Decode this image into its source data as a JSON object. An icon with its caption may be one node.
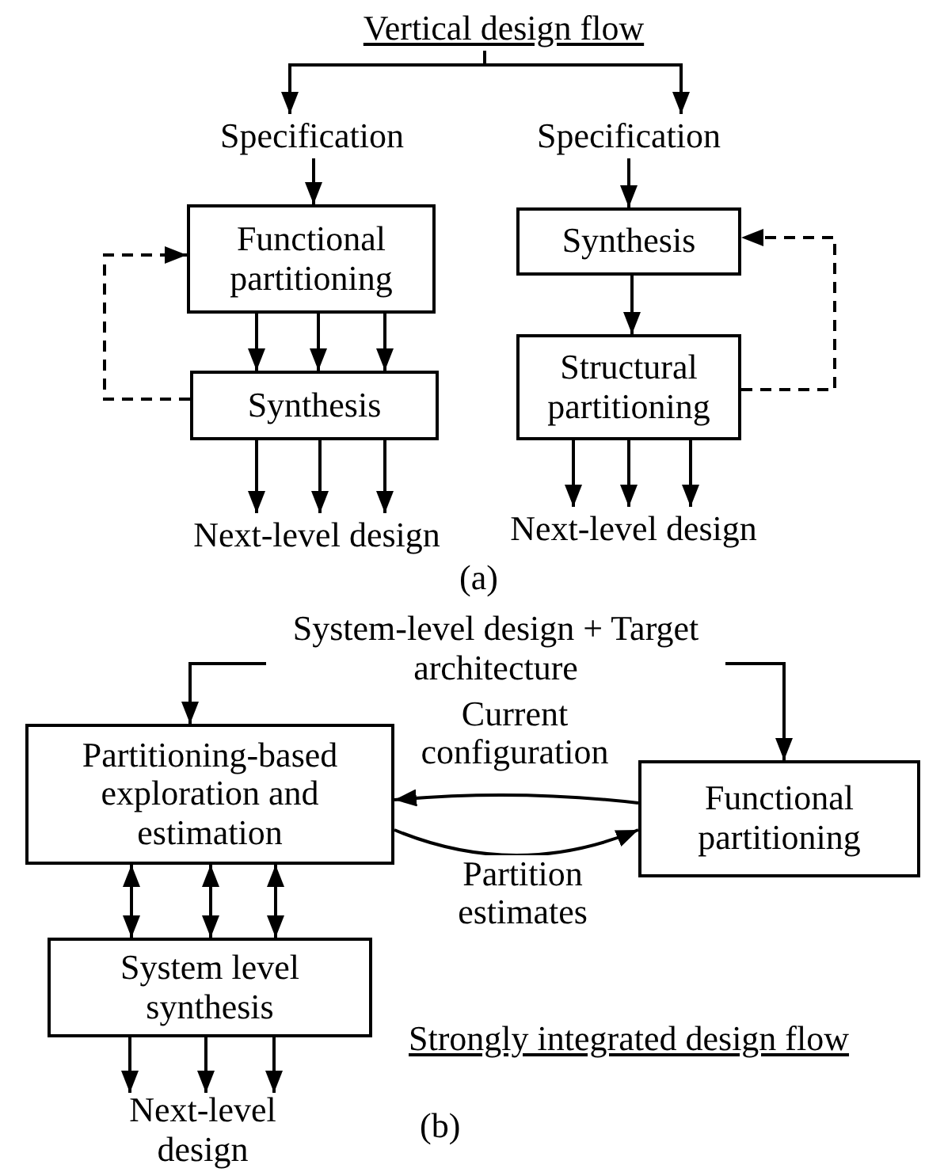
{
  "diagram": {
    "nodes": [
      {
        "text": [
          "Vertical design flow"
        ]
      },
      {
        "text": [
          "Specification"
        ]
      },
      {
        "text": [
          "Specification"
        ]
      },
      {
        "text": [
          "Functional partitioning"
        ]
      },
      {
        "text": [
          "Synthesis"
        ]
      },
      {
        "text": [
          "Synthesis"
        ]
      },
      {
        "text": [
          "Structural partitioning"
        ]
      },
      {
        "text": [
          "Next-level design"
        ]
      },
      {
        "text": [
          "Next-level design"
        ]
      },
      {
        "text": [
          "System-level design + Target architecture"
        ]
      },
      {
        "text": [
          "Partitioning-based exploration and estimation"
        ]
      },
      {
        "text": [
          "Functional partitioning"
        ]
      },
      {
        "text": [
          "System level synthesis"
        ]
      },
      {
        "text": [
          "Next-level design"
        ]
      }
    ],
    "edges": [
      {
        "from": 0,
        "to": 1,
        "arrow": "to"
      },
      {
        "from": 0,
        "to": 2,
        "arrow": "to"
      },
      {
        "from": 1,
        "to": 3,
        "arrow": "to"
      },
      {
        "from": 3,
        "to": 4,
        "arrow": "to"
      },
      {
        "from": 3,
        "to": 4,
        "arrow": "to"
      },
      {
        "from": 3,
        "to": 4,
        "arrow": "to"
      },
      {
        "from": 4,
        "to": 3,
        "arrow": "to",
        "style": "dashed"
      },
      {
        "from": 4,
        "to": 7,
        "arrow": "to"
      },
      {
        "from": 4,
        "to": 7,
        "arrow": "to"
      },
      {
        "from": 4,
        "to": 7,
        "arrow": "to"
      },
      {
        "from": 2,
        "to": 5,
        "arrow": "to"
      },
      {
        "from": 5,
        "to": 6,
        "arrow": "to"
      },
      {
        "from": 6,
        "to": 5,
        "arrow": "to",
        "style": "dashed"
      },
      {
        "from": 6,
        "to": 8,
        "arrow": "to"
      },
      {
        "from": 6,
        "to": 8,
        "arrow": "to"
      },
      {
        "from": 6,
        "to": 8,
        "arrow": "to"
      },
      {
        "from": 9,
        "to": 10,
        "arrow": "to"
      },
      {
        "from": 9,
        "to": 11,
        "arrow": "to"
      },
      {
        "from": 11,
        "to": 10,
        "arrow": "to",
        "label": "Current configuration"
      },
      {
        "from": 10,
        "to": 11,
        "arrow": "to",
        "label": "Partition estimates"
      },
      {
        "from": 10,
        "to": 12,
        "arrow": "both"
      },
      {
        "from": 10,
        "to": 12,
        "arrow": "both"
      },
      {
        "from": 10,
        "to": 12,
        "arrow": "both"
      },
      {
        "from": 12,
        "to": 13,
        "arrow": "to"
      },
      {
        "from": 12,
        "to": 13,
        "arrow": "to"
      },
      {
        "from": 12,
        "to": 13,
        "arrow": "to"
      }
    ],
    "labels": [
      "(a)",
      "Strongly integrated design flow",
      "(b)"
    ]
  }
}
